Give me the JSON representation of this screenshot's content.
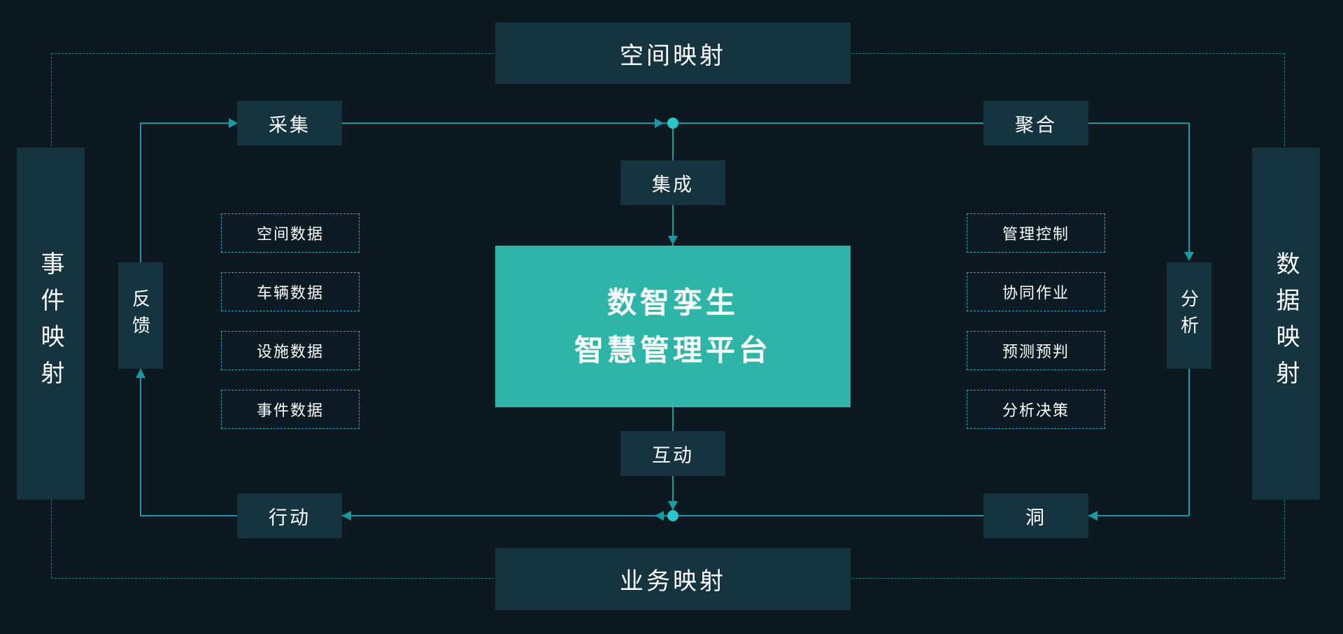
{
  "diagram": {
    "title": {
      "line1": "数智孪生",
      "line2": "智慧管理平台"
    },
    "mappings": {
      "top": "空间映射",
      "bottom": "业务映射",
      "left": "事件映射",
      "right": "数据映射"
    },
    "process_nodes": {
      "collect": "采集",
      "aggregate": "聚合",
      "integrate": "集成",
      "interact": "互动",
      "action": "行动",
      "insight": "洞",
      "feedback": "反馈",
      "analyze": "分析"
    },
    "left_items": [
      "空间数据",
      "车辆数据",
      "设施数据",
      "事件数据"
    ],
    "right_items": [
      "管理控制",
      "协同作业",
      "预测预判",
      "分析决策"
    ],
    "colors": {
      "background": "#0c1921",
      "node_dark": "#163440",
      "node_accent": "#2fb5a8",
      "flow_line": "#1a9aa6",
      "junction_dot": "#2cc5ca",
      "dashed_border": "#2fa9bb",
      "text": "#ffffff"
    }
  }
}
